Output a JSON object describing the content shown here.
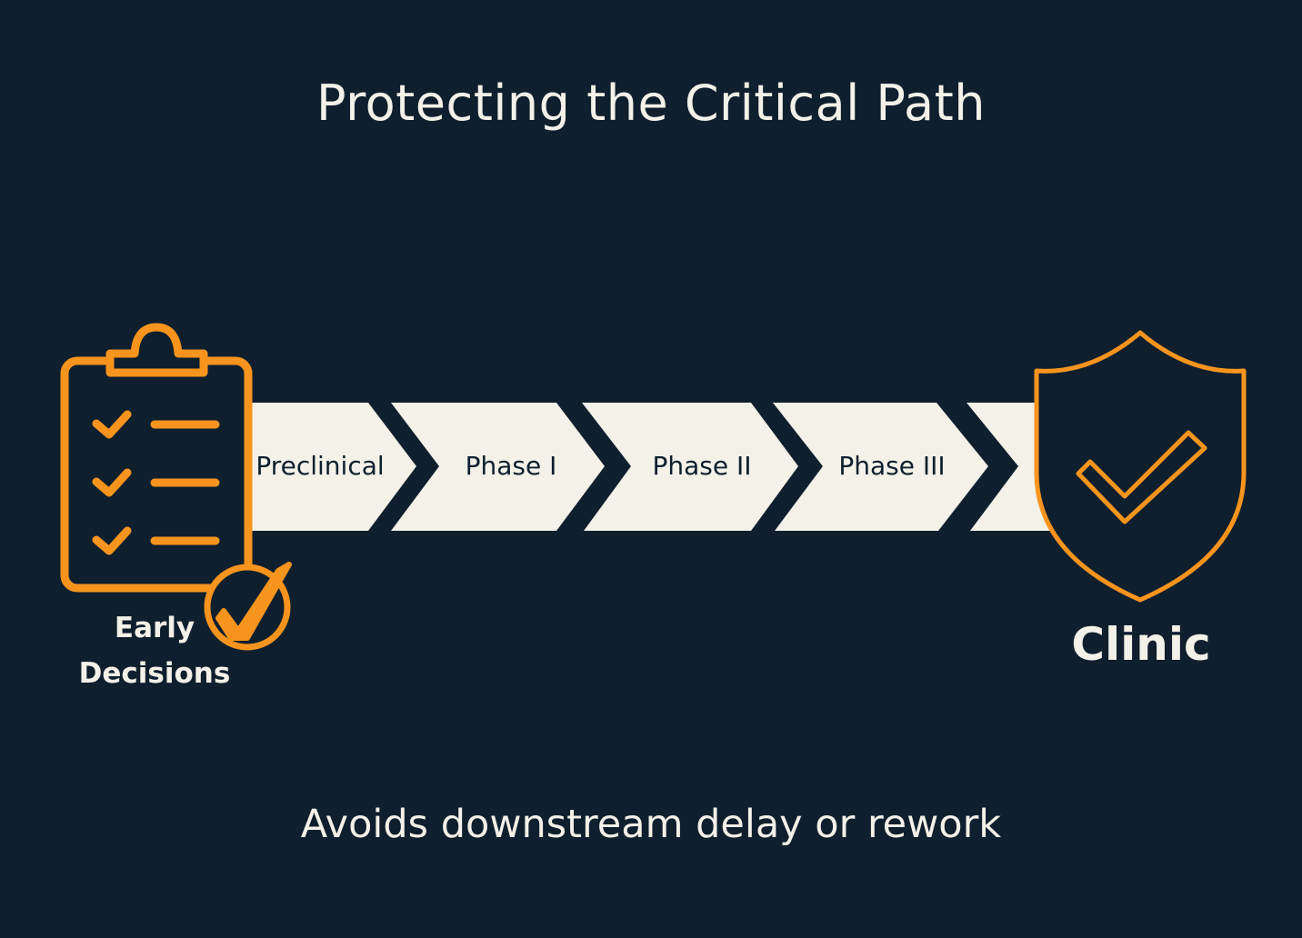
{
  "title": "Protecting the Critical Path",
  "footer": "Avoids downstream delay or rework",
  "colors": {
    "background": "#0f1f2e",
    "text_light": "#f3f1e8",
    "chevron_fill": "#f3f1e8",
    "accent_orange": "#f7941d",
    "stage_text": "#0f1f2e"
  },
  "start": {
    "icon": "clipboard-checklist-icon",
    "badge_icon": "check-circle-icon",
    "label_lines": [
      "Early",
      "Decisions"
    ]
  },
  "stages": [
    {
      "label": "Preclinical"
    },
    {
      "label": "Phase I"
    },
    {
      "label": "Phase II"
    },
    {
      "label": "Phase III"
    },
    {
      "label": ""
    }
  ],
  "end": {
    "icon": "shield-check-icon",
    "label": "Clinic"
  }
}
